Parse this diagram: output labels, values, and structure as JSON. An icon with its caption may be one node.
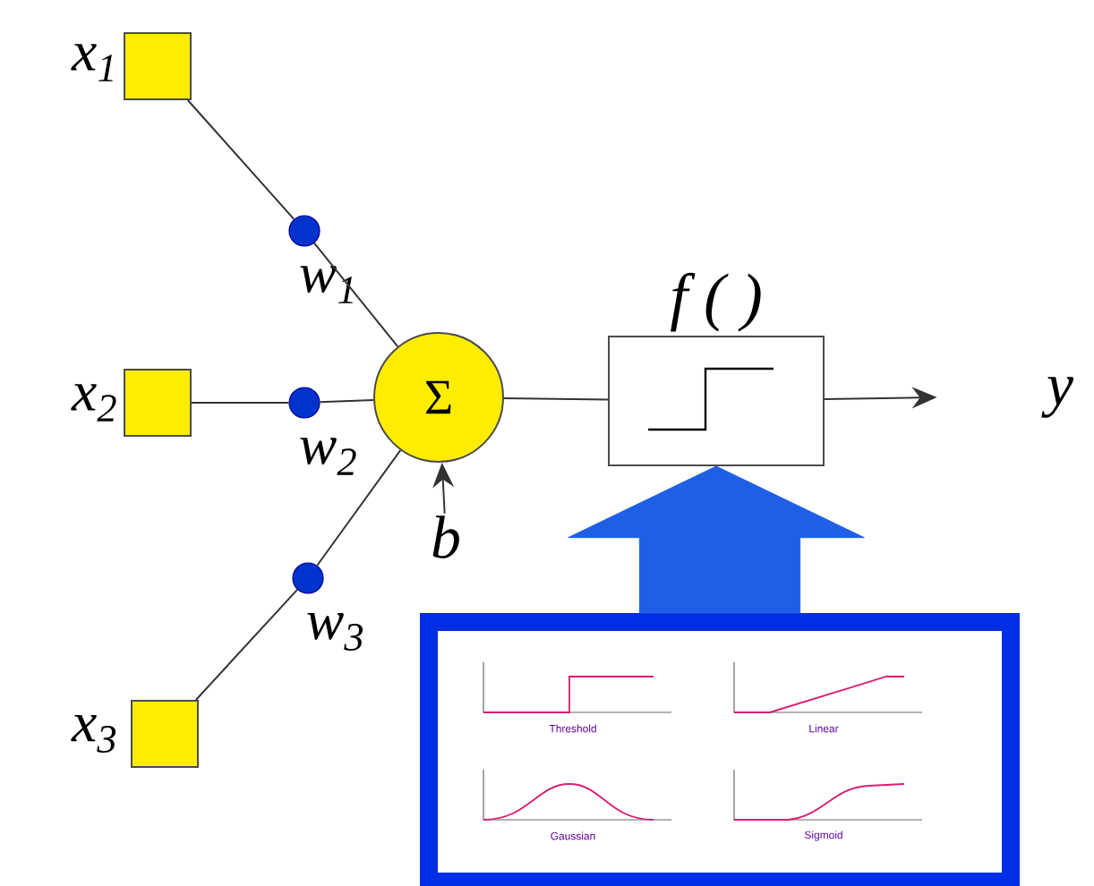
{
  "diagram": {
    "nodes": [
      {
        "text": [],
        "shape": "box",
        "beside": [
          "x$_{1}$"
        ]
      },
      {
        "text": [],
        "shape": "box",
        "beside": [
          "x$_{2}$"
        ]
      },
      {
        "text": [],
        "shape": "box",
        "beside": [
          "x$_{3}$"
        ]
      },
      {
        "text": [],
        "shape": "circle",
        "beside": [
          "w$_{1}$"
        ]
      },
      {
        "text": [],
        "shape": "circle",
        "beside": [
          "w$_{2}$"
        ]
      },
      {
        "text": [],
        "shape": "circle",
        "beside": [
          "w$_{3}$"
        ]
      },
      {
        "text": [
          "Σ"
        ]
      },
      {
        "text": [
          "f ( )"
        ]
      },
      {
        "text": [
          "y"
        ]
      },
      {
        "text": [
          "b"
        ]
      },
      {
        "text": [],
        "shape": "box"
      }
    ],
    "edges": [
      {
        "from": 0,
        "to": 3,
        "arrow": "none"
      },
      {
        "from": 3,
        "to": 6,
        "arrow": "none"
      },
      {
        "from": 1,
        "to": 4,
        "arrow": "none"
      },
      {
        "from": 4,
        "to": 6,
        "arrow": "none"
      },
      {
        "from": 2,
        "to": 5,
        "arrow": "none"
      },
      {
        "from": 5,
        "to": 6,
        "arrow": "none"
      },
      {
        "from": 6,
        "to": 7,
        "arrow": "none"
      },
      {
        "from": 7,
        "to": 8,
        "arrow": "to"
      },
      {
        "from": 9,
        "to": 6,
        "arrow": "to"
      },
      {
        "from": 10,
        "to": 7,
        "arrow": "to",
        "style": "thick",
        "color": "#1f5fe6"
      }
    ],
    "labels": [
      "Threshold",
      "Linear",
      "Gaussian",
      "Sigmoid"
    ]
  }
}
